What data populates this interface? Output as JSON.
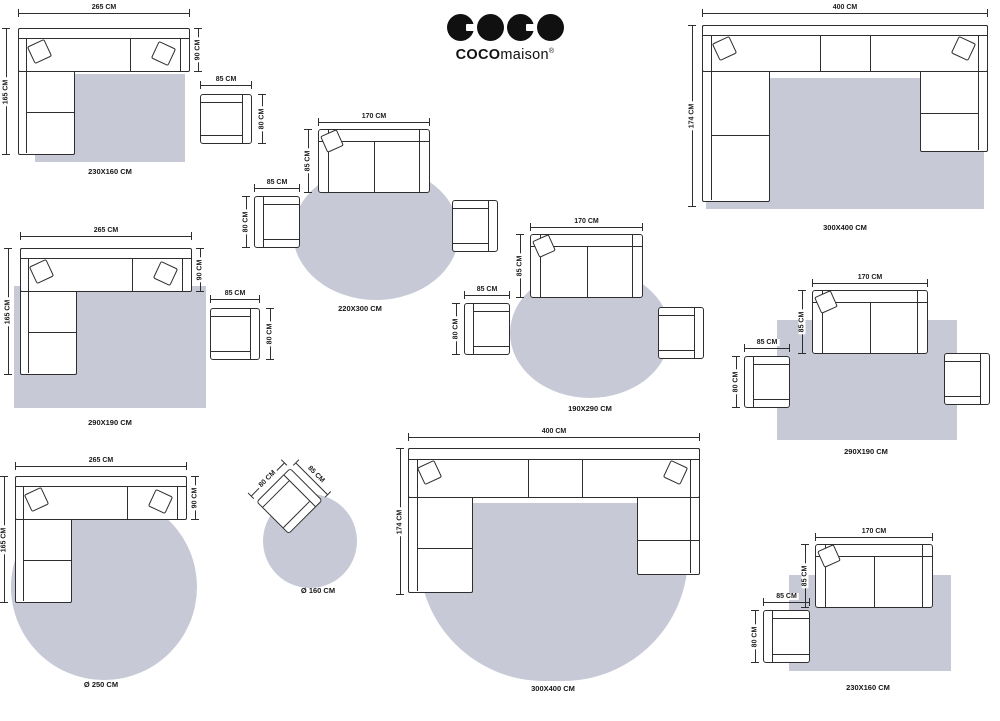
{
  "brand": {
    "logo_icon": "coco-circles-logo",
    "word_bold": "COCO",
    "word_light": "maison",
    "registered": "®"
  },
  "colors": {
    "rug_fill": "#c7cad6",
    "line": "#2e2e2e",
    "background": "#ffffff"
  },
  "scenes": {
    "top_left": {
      "sofa_width": "265 CM",
      "sofa_total_depth": "165 CM",
      "sofa_depth": "90 CM",
      "chair_width": "85 CM",
      "chair_depth": "80 CM",
      "rug_label": "230X160 CM"
    },
    "top_right": {
      "sofa_width": "400 CM",
      "sofa_depth": "174 CM",
      "rug_label": "300X400 CM"
    },
    "mid_left": {
      "sofa_width": "265 CM",
      "sofa_total_depth": "165 CM",
      "sofa_depth": "90 CM",
      "chair_width": "85 CM",
      "chair_depth": "80 CM",
      "rug_label": "290X190 CM"
    },
    "oval_large": {
      "sofa_width": "170 CM",
      "sofa_depth": "85 CM",
      "chair_width": "85 CM",
      "chair_depth": "80 CM",
      "rug_label": "220X300 CM"
    },
    "oval_small": {
      "sofa_width": "170 CM",
      "sofa_depth": "85 CM",
      "chair_width": "85 CM",
      "chair_depth": "80 CM",
      "rug_label": "190X290 CM"
    },
    "rect_right": {
      "sofa_width": "170 CM",
      "sofa_depth": "85 CM",
      "chair_width": "85 CM",
      "chair_depth": "80 CM",
      "rug_label": "290X190 CM"
    },
    "round_large": {
      "sofa_width": "265 CM",
      "sofa_total_depth": "165 CM",
      "sofa_depth": "90 CM",
      "rug_label": "Ø 250 CM"
    },
    "round_small": {
      "chair_width": "85 CM",
      "chair_depth": "80 CM",
      "rug_label": "Ø 160 CM"
    },
    "bottom_center": {
      "sofa_width": "400 CM",
      "sofa_depth": "174 CM",
      "rug_label": "300X400 CM"
    },
    "bottom_right": {
      "sofa_width": "170 CM",
      "sofa_depth": "85 CM",
      "chair_width": "85 CM",
      "chair_depth": "80 CM",
      "rug_label": "230X160 CM"
    }
  }
}
